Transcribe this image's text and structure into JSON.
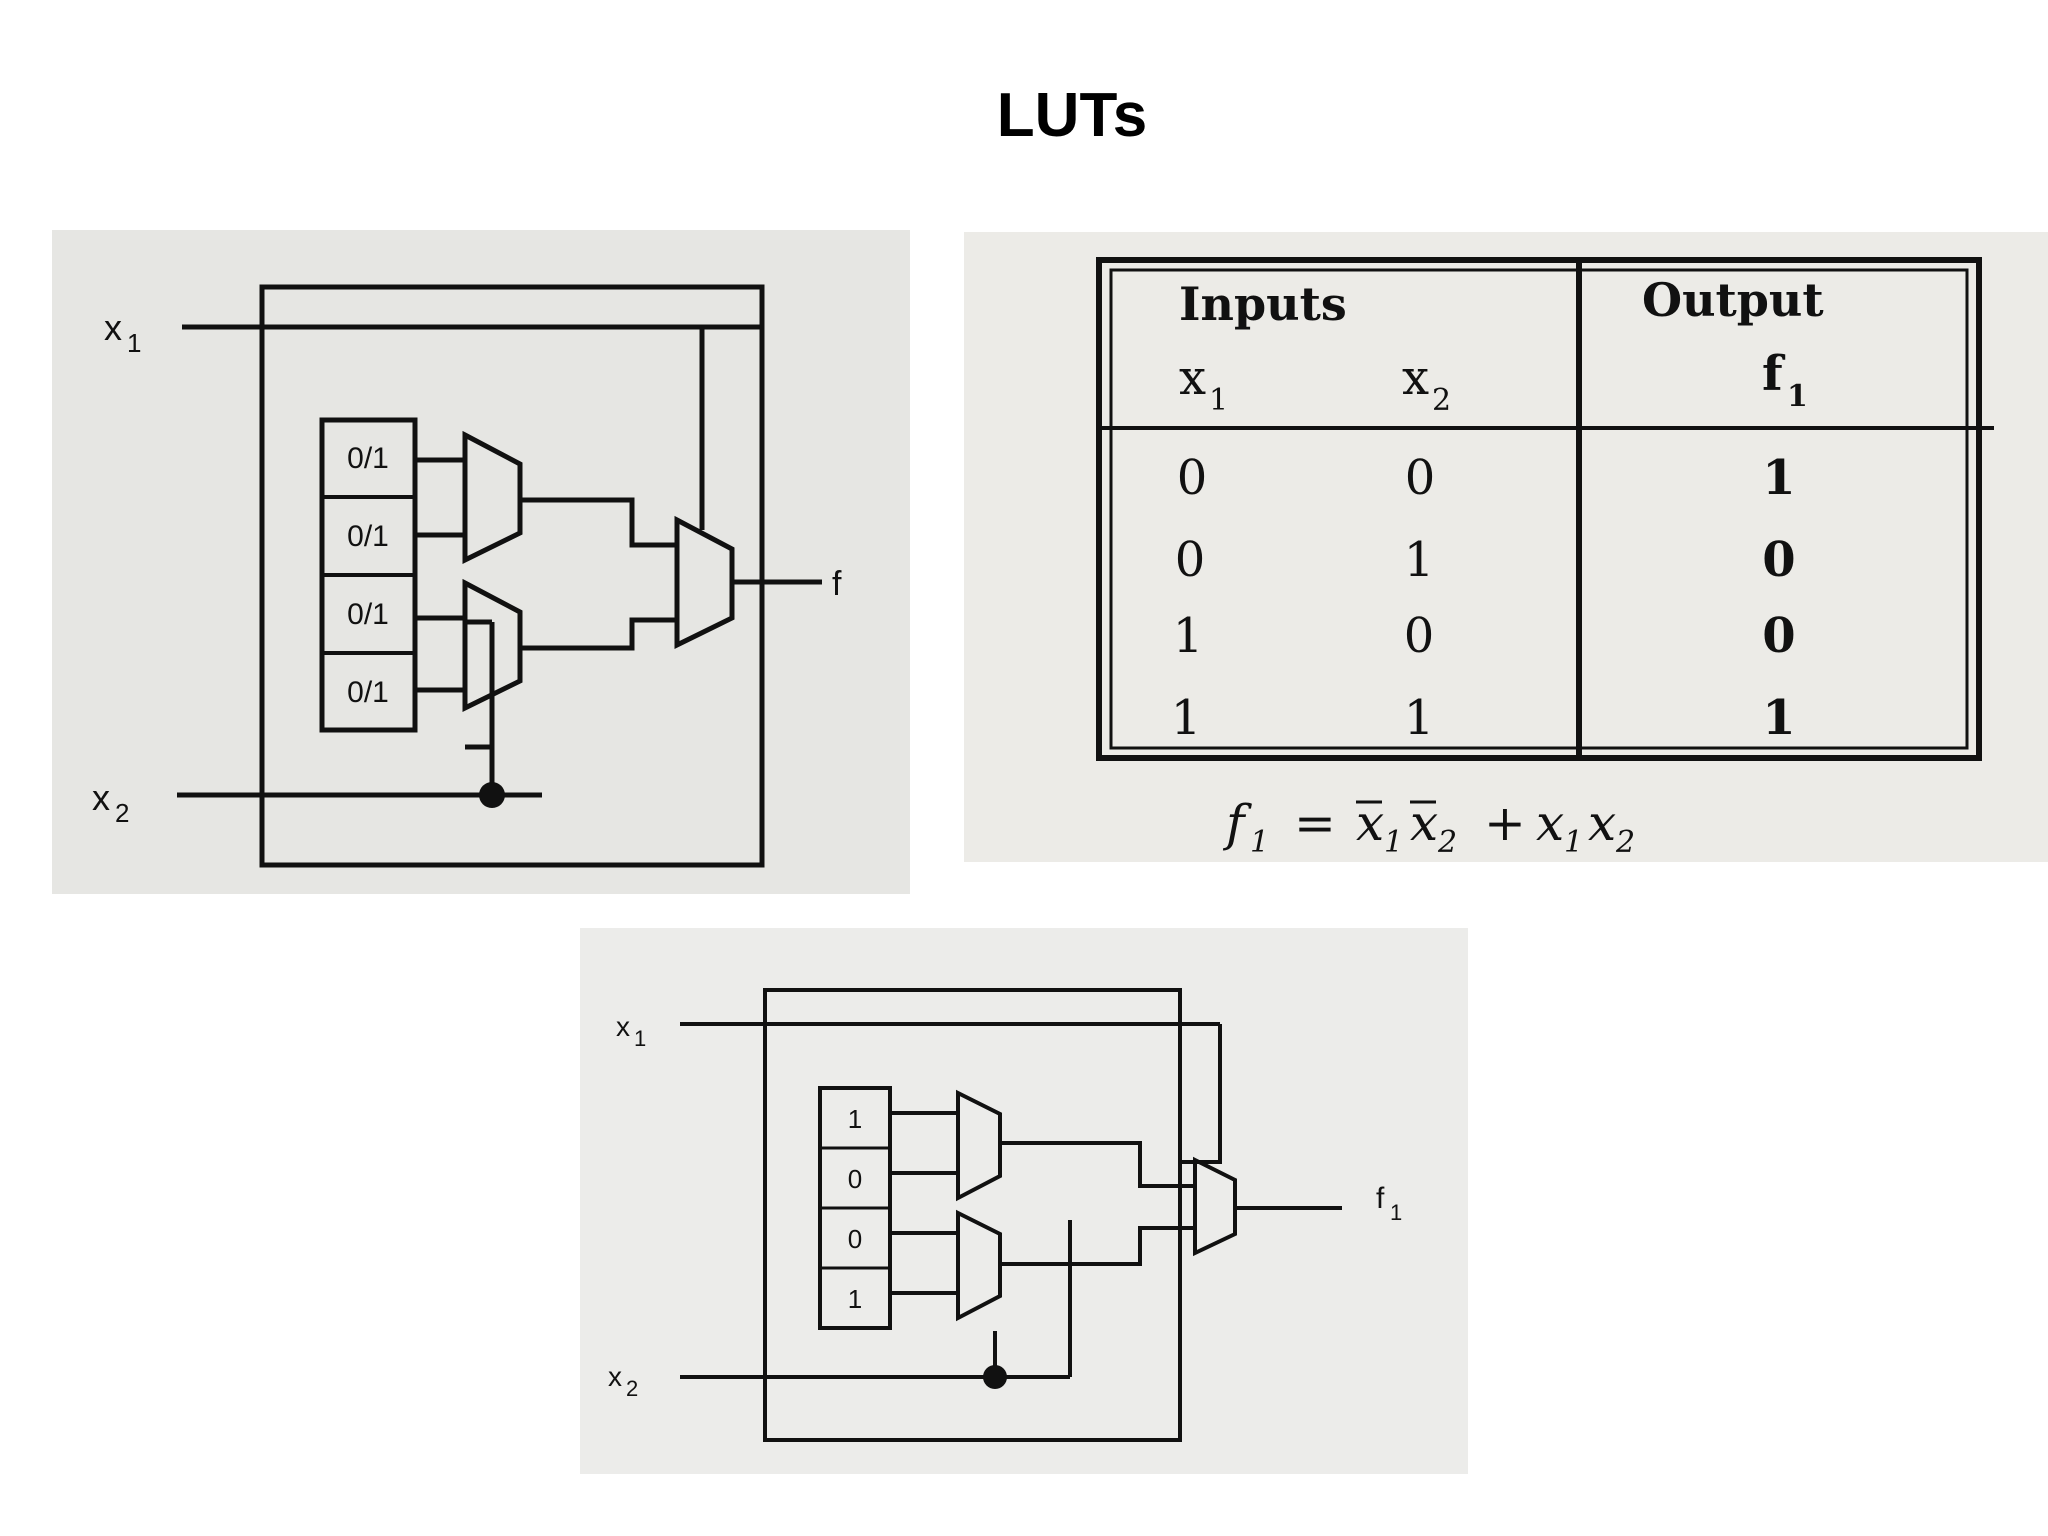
{
  "page": {
    "title": "LUTs"
  },
  "lut_generic": {
    "input_x1": "x",
    "input_x1_sub": "1",
    "input_x2": "x",
    "input_x2_sub": "2",
    "cells": [
      "0/1",
      "0/1",
      "0/1",
      "0/1"
    ],
    "output": "f"
  },
  "truth_table": {
    "inputs_header": "Inputs",
    "output_header": "Output",
    "col_x1": "x",
    "col_x1_sub": "1",
    "col_x2": "x",
    "col_x2_sub": "2",
    "col_f1": "f",
    "col_f1_sub": "1",
    "rows": [
      [
        "0",
        "0",
        "1"
      ],
      [
        "0",
        "1",
        "0"
      ],
      [
        "1",
        "0",
        "0"
      ],
      [
        "1",
        "1",
        "1"
      ]
    ],
    "equation": {
      "lhs": "f",
      "lhs_sub": "1",
      "equals": "=",
      "t1a": "x",
      "t1a_sub": "1",
      "t1b": "x",
      "t1b_sub": "2",
      "plus": "+",
      "t2a": "x",
      "t2a_sub": "1",
      "t2b": "x",
      "t2b_sub": "2"
    }
  },
  "lut_programmed": {
    "input_x1": "x",
    "input_x1_sub": "1",
    "input_x2": "x",
    "input_x2_sub": "2",
    "cells": [
      "1",
      "0",
      "0",
      "1"
    ],
    "output": "f",
    "output_sub": "1"
  }
}
